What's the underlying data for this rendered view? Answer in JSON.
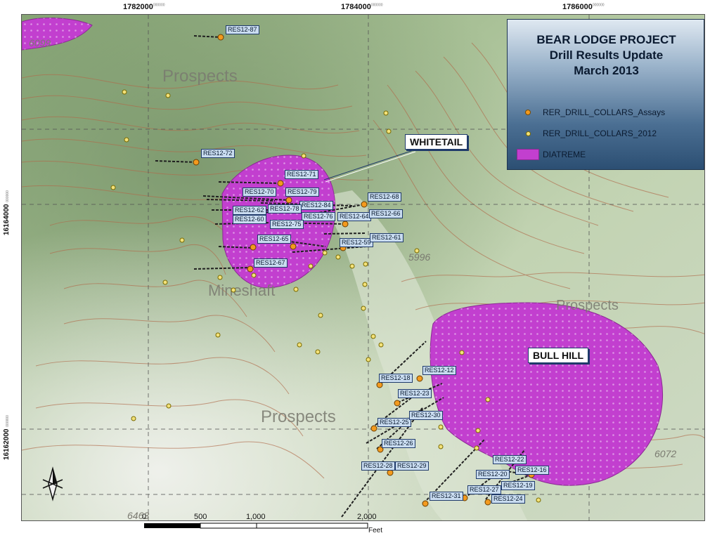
{
  "map": {
    "top_ticks": [
      {
        "label": "1782000",
        "suffix": "000000"
      },
      {
        "label": "1784000",
        "suffix": "000000"
      },
      {
        "label": "1786000",
        "suffix": "000000"
      }
    ],
    "left_ticks": [
      {
        "label": "16164000",
        "suffix": "000000"
      },
      {
        "label": "16162000",
        "suffix": "000000"
      }
    ],
    "legend": {
      "title_lines": [
        "BEAR LODGE PROJECT",
        "Drill Results Update",
        "March 2013"
      ],
      "items": [
        {
          "label": "RER_DRILL_COLLARS_Assays",
          "symbol": "orange-dot"
        },
        {
          "label": "RER_DRILL_COLLARS_2012",
          "symbol": "yellow-dot"
        },
        {
          "label": "DIATREME",
          "symbol": "purple-fill"
        }
      ]
    },
    "area_labels": [
      {
        "text": "WHITETAIL"
      },
      {
        "text": "BULL HILL"
      }
    ],
    "topo_text": [
      "Prospects",
      "Mineshaft",
      "Prospects",
      "Prospects",
      "6099",
      "5996",
      "6072",
      "6463"
    ],
    "drill_labels": [
      "RES12-87",
      "RES12-72",
      "RES12-71",
      "RES12-70",
      "RES12-79",
      "RES12-84",
      "RES12-62",
      "RES12-78",
      "RES12-60",
      "RES12-76",
      "RES12-64",
      "RES12-68",
      "RES12-66",
      "RES12-75",
      "RES12-65",
      "RES12-59",
      "RES12-61",
      "RES12-67",
      "RES12-12",
      "RES12-18",
      "RES12-23",
      "RES12-25",
      "RES12-30",
      "RES12-26",
      "RES12-28",
      "RES12-29",
      "RES12-22",
      "RES12-16",
      "RES12-20",
      "RES12-19",
      "RES12-27",
      "RES12-24",
      "RES12-31"
    ],
    "scale": {
      "labels": [
        "0",
        "500",
        "1,000",
        "2,000"
      ],
      "unit": "Feet"
    },
    "colors": {
      "diatreme": "#c23fcf",
      "assay_collar": "#f39a1e",
      "collar_2012": "#f3e27a",
      "contour": "#b06a4a",
      "grid": "#555555",
      "label_box": "#c9dcf0"
    }
  }
}
